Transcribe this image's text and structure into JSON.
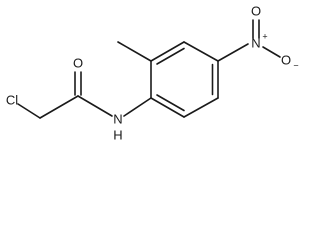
{
  "molecule": {
    "atoms": {
      "chlorine": "Cl",
      "carbonyl_oxygen": "O",
      "amide_nh": "N",
      "amide_h": "H",
      "nitro_n": "N",
      "nitro_n_charge": "+",
      "nitro_o_double": "O",
      "nitro_o_single": "O",
      "nitro_o_charge": "−"
    }
  }
}
